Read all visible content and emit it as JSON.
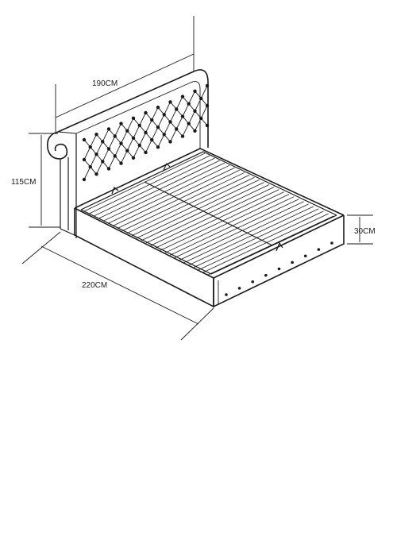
{
  "diagram": {
    "dimensions": {
      "width": "190CM",
      "length": "220CM",
      "headboard_height": "115CM",
      "base_height": "30CM"
    }
  }
}
